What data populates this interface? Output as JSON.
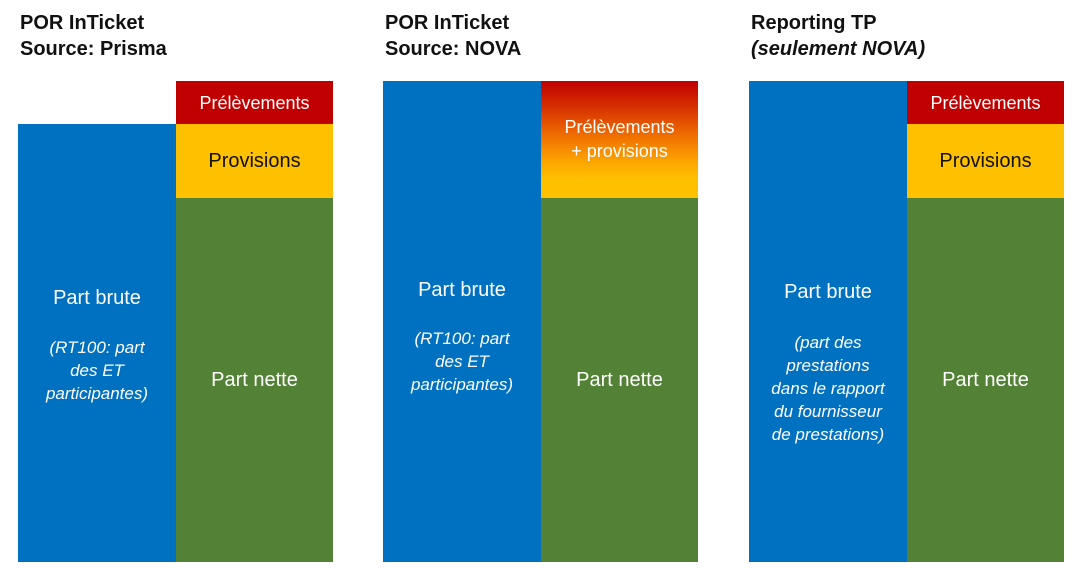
{
  "panels": [
    {
      "title_line1": "POR InTicket",
      "title_line2": "Source: Prisma",
      "gross_label": "Part brute",
      "gross_sub": [
        "(RT100: part",
        "des ET",
        "participantes)"
      ],
      "net_label": "Part nette",
      "provisions_label": "Provisions",
      "prelevements_label": "Prélèvements"
    },
    {
      "title_line1": "POR InTicket",
      "title_line2": "Source: NOVA",
      "gross_label": "Part brute",
      "gross_sub": [
        "(RT100: part",
        "des ET",
        "participantes)"
      ],
      "net_label": "Part nette",
      "combined_label": [
        "Prélèvements",
        "+ provisions"
      ]
    },
    {
      "title_line1": "Reporting TP",
      "title_line2": "(seulement NOVA)",
      "gross_label": "Part brute",
      "gross_sub": [
        "(part des",
        "prestations",
        "dans le rapport",
        "du fournisseur",
        "de prestations)"
      ],
      "net_label": "Part nette",
      "provisions_label": "Provisions",
      "prelevements_label": "Prélèvements"
    }
  ],
  "colors": {
    "gross": "#0070c0",
    "net": "#538135",
    "provisions": "#ffc000",
    "prelevements": "#c00000"
  }
}
